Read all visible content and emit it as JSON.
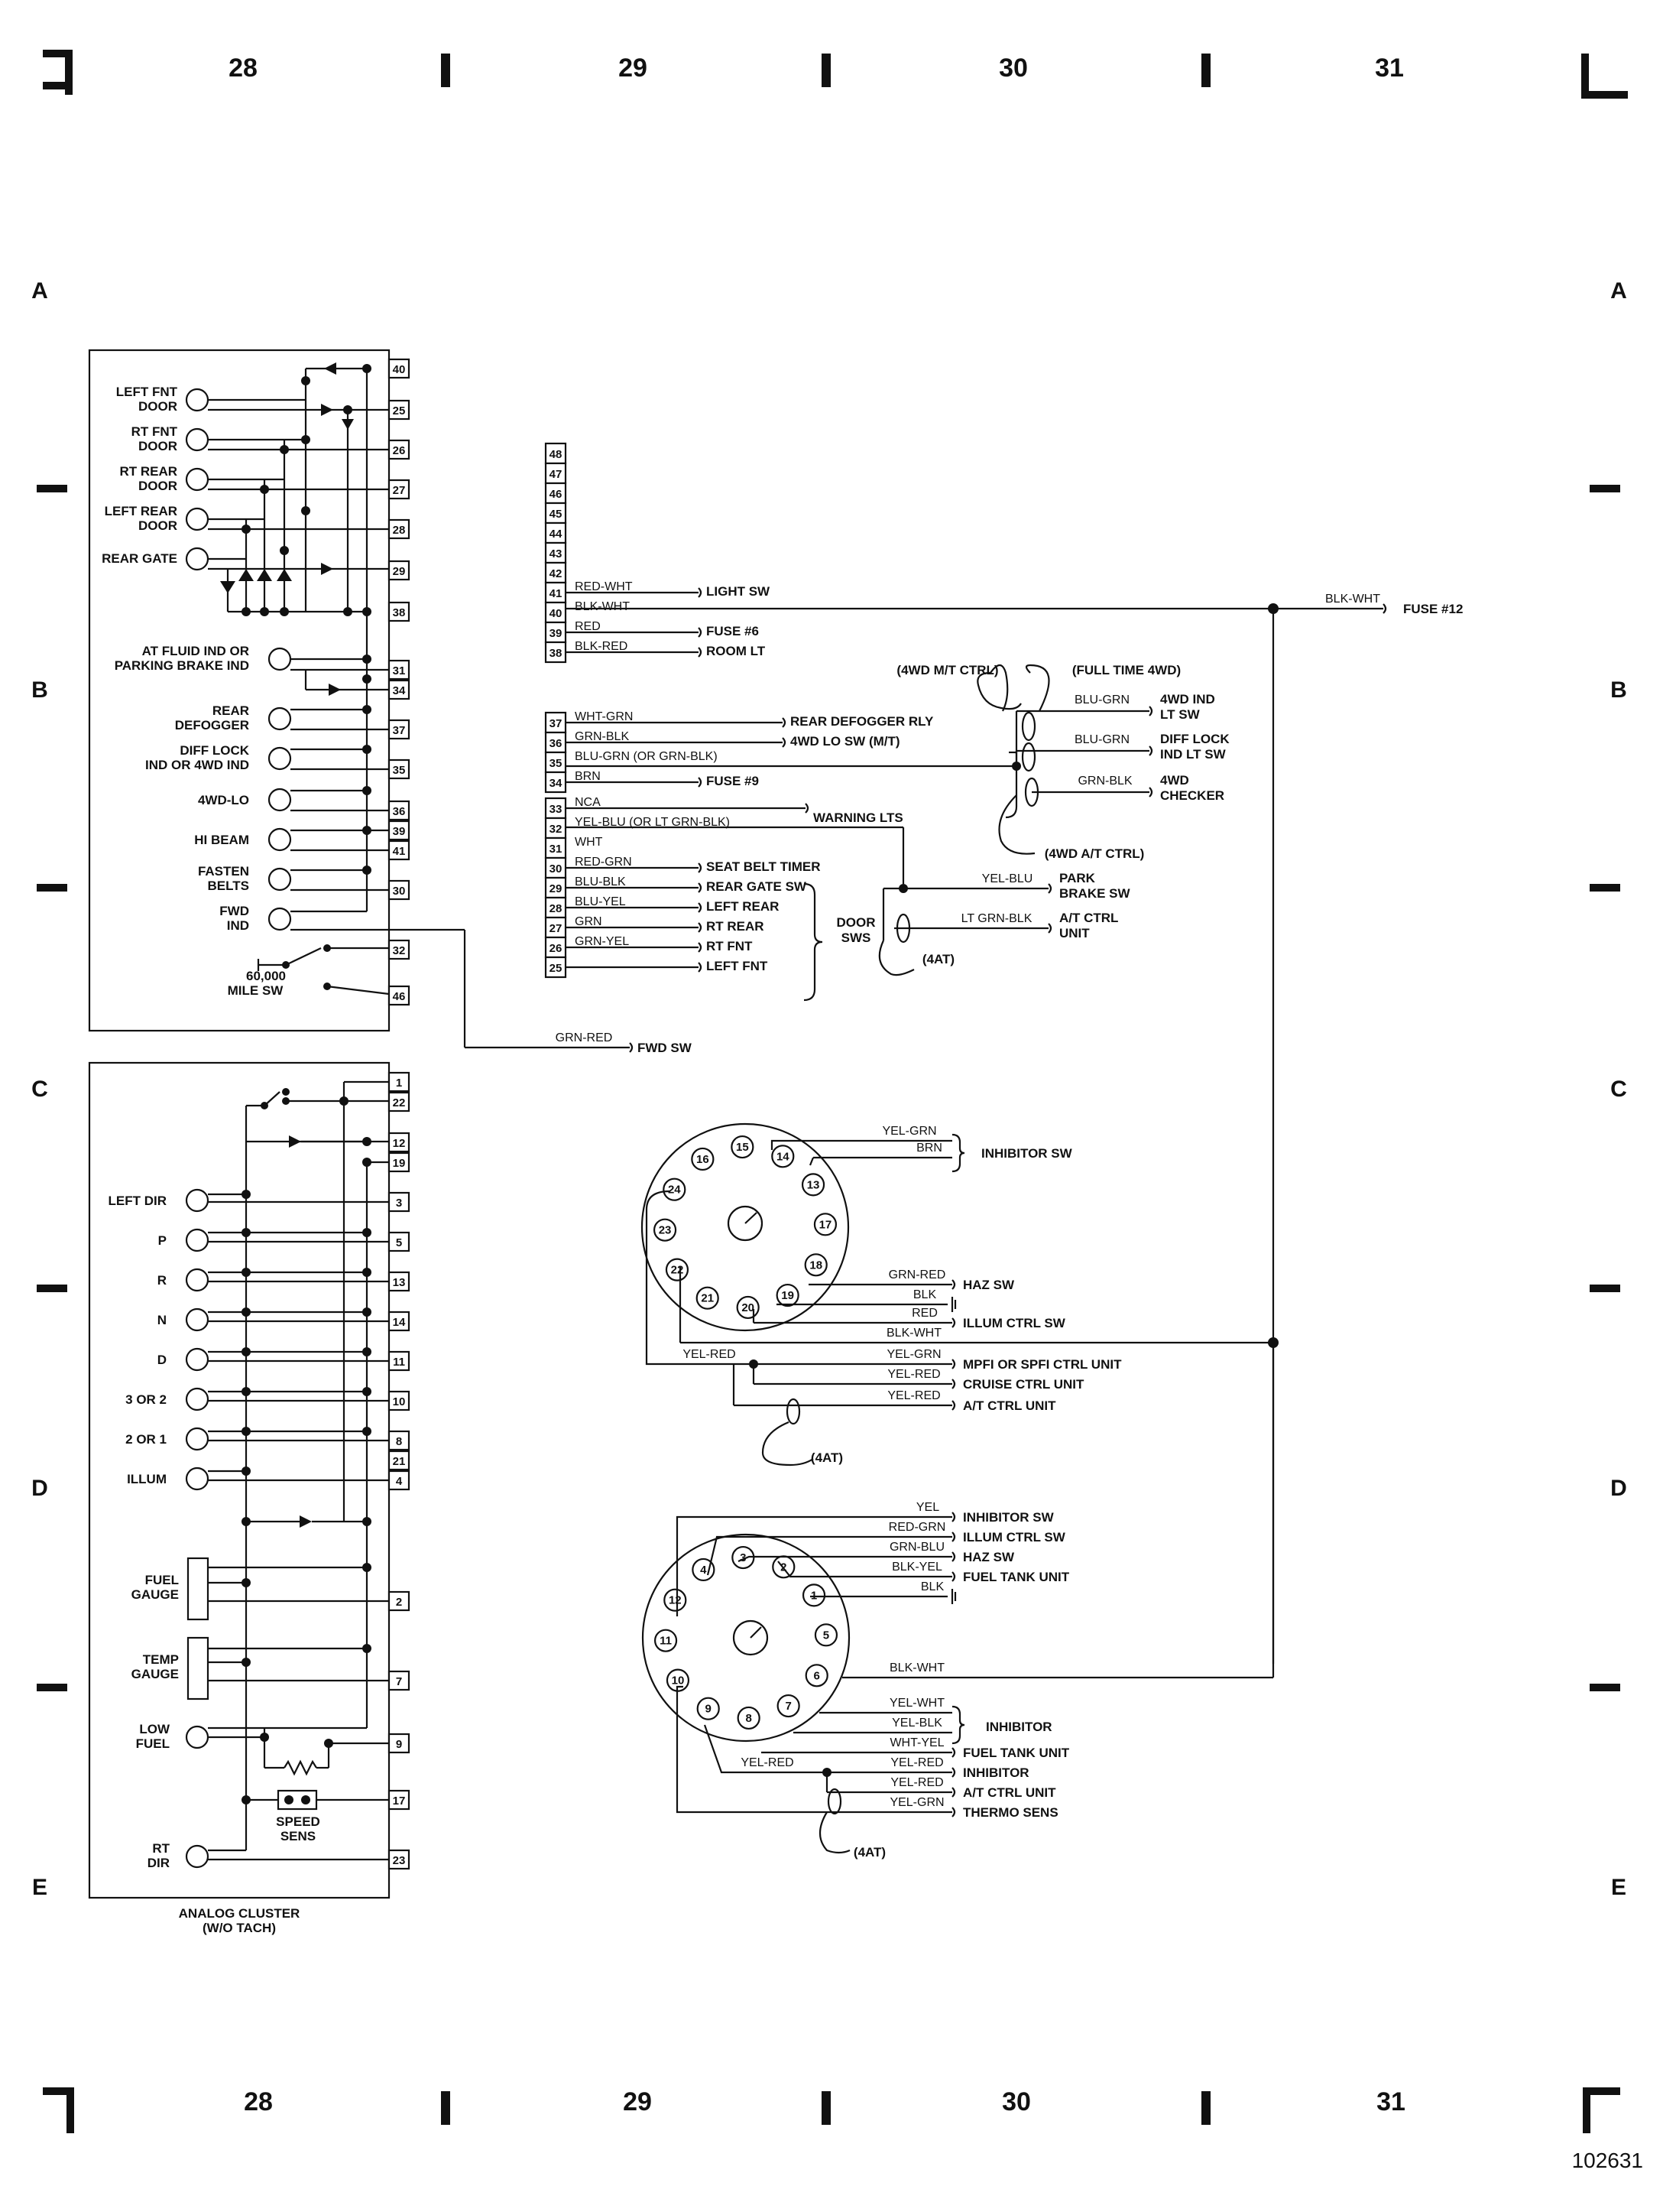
{
  "grid": {
    "columns": [
      "28",
      "29",
      "30",
      "31"
    ],
    "rows": [
      "A",
      "B",
      "C",
      "D",
      "E"
    ]
  },
  "diagram_id": "102631",
  "upper_cluster": {
    "lamps": [
      "LEFT FNT",
      "DOOR",
      "RT FNT",
      "DOOR",
      "RT REAR",
      "DOOR",
      "LEFT REAR",
      "DOOR",
      "REAR GATE",
      "AT FLUID IND OR",
      "PARKING BRAKE IND",
      "REAR",
      "DEFOGGER",
      "DIFF LOCK",
      "IND OR 4WD IND",
      "4WD-LO",
      "HI BEAM",
      "FASTEN",
      "BELTS",
      "FWD",
      "IND"
    ],
    "switch": [
      "60,000",
      "MILE SW"
    ],
    "pins": [
      "40",
      "25",
      "26",
      "27",
      "28",
      "29",
      "38",
      "31",
      "34",
      "37",
      "35",
      "36",
      "39",
      "41",
      "30",
      "32",
      "46"
    ]
  },
  "lower_cluster": {
    "lamps": [
      "LEFT DIR",
      "P",
      "R",
      "N",
      "D",
      "3 OR 2",
      "2 OR 1",
      "ILLUM",
      "FUEL",
      "GAUGE",
      "TEMP",
      "GAUGE",
      "LOW",
      "FUEL",
      "SPEED",
      "SENS",
      "RT",
      "DIR"
    ],
    "pins": [
      "1",
      "22",
      "12",
      "19",
      "3",
      "5",
      "13",
      "14",
      "11",
      "10",
      "8",
      "21",
      "4",
      "2",
      "7",
      "9",
      "17",
      "23"
    ],
    "caption": [
      "ANALOG CLUSTER",
      "(W/O TACH)"
    ]
  },
  "connector_pins": [
    "48",
    "47",
    "46",
    "45",
    "44",
    "43",
    "42",
    "41",
    "40",
    "39",
    "38",
    "37",
    "36",
    "35",
    "34",
    "33",
    "32",
    "31",
    "30",
    "29",
    "28",
    "27",
    "26",
    "25"
  ],
  "connector_wires": [
    {
      "pin": "41",
      "wire": "RED-WHT",
      "dest": "LIGHT SW"
    },
    {
      "pin": "40",
      "wire": "BLK-WHT",
      "dest": ""
    },
    {
      "pin": "39",
      "wire": "RED",
      "dest": "FUSE #6"
    },
    {
      "pin": "38",
      "wire": "BLK-RED",
      "dest": "ROOM LT"
    },
    {
      "pin": "37",
      "wire": "WHT-GRN",
      "dest": "REAR DEFOGGER RLY"
    },
    {
      "pin": "36",
      "wire": "GRN-BLK",
      "dest": "4WD LO SW (M/T)"
    },
    {
      "pin": "35",
      "wire": "BLU-GRN (OR GRN-BLK)",
      "dest": ""
    },
    {
      "pin": "34",
      "wire": "BRN",
      "dest": "FUSE #9"
    },
    {
      "pin": "33",
      "wire": "NCA",
      "dest": "WARNING LTS"
    },
    {
      "pin": "32",
      "wire": "YEL-BLU (OR LT GRN-BLK)",
      "dest": ""
    },
    {
      "pin": "31",
      "wire": "WHT",
      "dest": ""
    },
    {
      "pin": "30",
      "wire": "RED-GRN",
      "dest": "SEAT BELT TIMER"
    },
    {
      "pin": "29",
      "wire": "BLU-BLK",
      "dest": "REAR GATE SW"
    },
    {
      "pin": "28",
      "wire": "BLU-YEL",
      "dest": "LEFT REAR"
    },
    {
      "pin": "27",
      "wire": "GRN",
      "dest": "RT REAR"
    },
    {
      "pin": "26",
      "wire": "GRN-YEL",
      "dest": "RT FNT"
    },
    {
      "pin": "25",
      "wire": "",
      "dest": "LEFT FNT"
    }
  ],
  "door_sws": [
    "DOOR",
    "SWS"
  ],
  "right_top": {
    "fuse12_wire": "BLK-WHT",
    "fuse12": "FUSE #12",
    "mt_ctrl": "(4WD M/T CTRL)",
    "full_time": "(FULL TIME 4WD)",
    "at_ctrl": "(4WD A/T CTRL)",
    "items": [
      {
        "wire": "BLU-GRN",
        "dest1": "4WD IND",
        "dest2": "LT SW"
      },
      {
        "wire": "BLU-GRN",
        "dest1": "DIFF LOCK",
        "dest2": "IND LT SW"
      },
      {
        "wire": "GRN-BLK",
        "dest1": "4WD",
        "dest2": "CHECKER"
      },
      {
        "wire": "YEL-BLU",
        "dest1": "PARK",
        "dest2": "BRAKE SW"
      },
      {
        "wire": "LT GRN-BLK",
        "dest1": "A/T CTRL",
        "dest2": "UNIT"
      }
    ],
    "at_note": "(4AT)",
    "fwd_wire": "GRN-RED",
    "fwd_sw": "FWD SW"
  },
  "upper_round": {
    "pins": [
      "16",
      "15",
      "14",
      "13",
      "17",
      "18",
      "19",
      "20",
      "21",
      "22",
      "23",
      "24"
    ],
    "wires": [
      {
        "wire": "YEL-GRN",
        "dest": ""
      },
      {
        "wire": "BRN",
        "dest": "INHIBITOR SW"
      },
      {
        "wire": "GRN-RED",
        "dest": "HAZ SW"
      },
      {
        "wire": "BLK",
        "dest": ""
      },
      {
        "wire": "RED",
        "dest": "ILLUM CTRL SW"
      },
      {
        "wire": "BLK-WHT",
        "dest": ""
      },
      {
        "wire": "YEL-GRN",
        "dest": "MPFI OR SPFI CTRL UNIT"
      },
      {
        "wire": "YEL-RED",
        "dest": "CRUISE CTRL UNIT"
      },
      {
        "wire": "YEL-RED",
        "dest": "A/T CTRL UNIT"
      }
    ],
    "left_wire": "YEL-RED",
    "at_note": "(4AT)"
  },
  "lower_round": {
    "pins": [
      "4",
      "3",
      "2",
      "1",
      "5",
      "6",
      "7",
      "8",
      "9",
      "10",
      "11",
      "12"
    ],
    "wires": [
      {
        "wire": "YEL",
        "dest": "INHIBITOR SW"
      },
      {
        "wire": "RED-GRN",
        "dest": "ILLUM CTRL SW"
      },
      {
        "wire": "GRN-BLU",
        "dest": "HAZ SW"
      },
      {
        "wire": "BLK-YEL",
        "dest": "FUEL TANK UNIT"
      },
      {
        "wire": "BLK",
        "dest": ""
      },
      {
        "wire": "BLK-WHT",
        "dest": ""
      },
      {
        "wire": "YEL-WHT",
        "dest": ""
      },
      {
        "wire": "YEL-BLK",
        "dest": "INHIBITOR"
      },
      {
        "wire": "WHT-YEL",
        "dest": "FUEL TANK UNIT"
      },
      {
        "wire": "YEL-RED",
        "dest": "INHIBITOR"
      },
      {
        "wire": "YEL-RED",
        "dest": "A/T CTRL UNIT"
      },
      {
        "wire": "YEL-GRN",
        "dest": "THERMO SENS"
      }
    ],
    "left_wire": "YEL-RED",
    "at_note": "(4AT)"
  }
}
